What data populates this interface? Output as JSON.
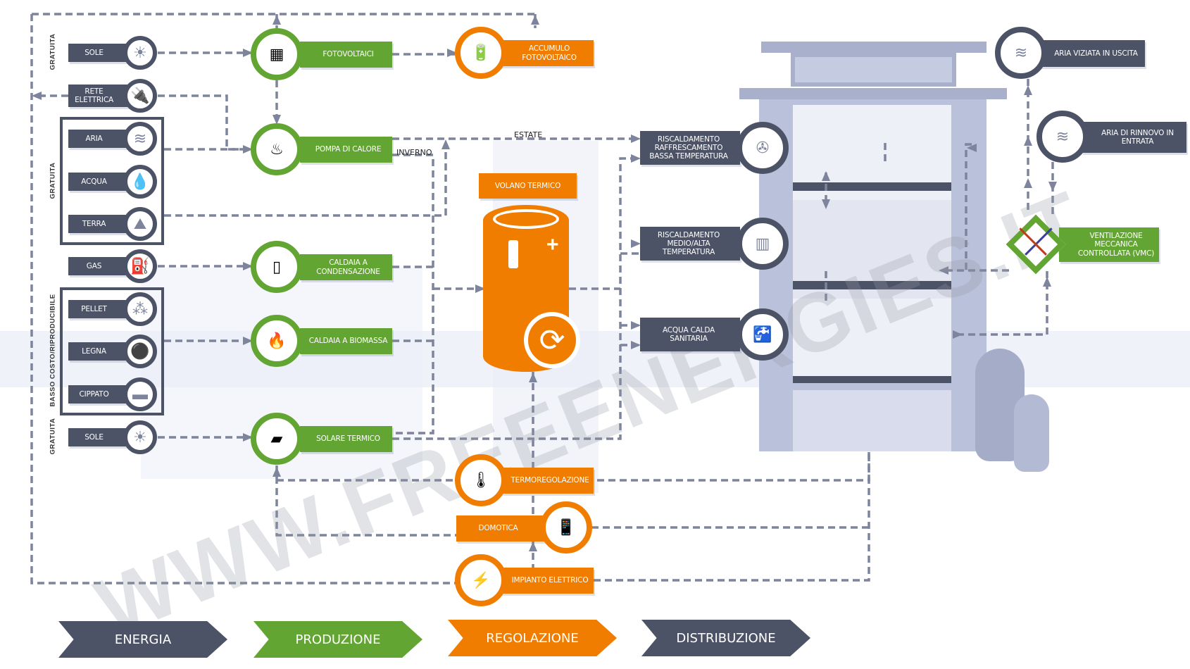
{
  "colors": {
    "energy": "#4c5366",
    "production": "#63a532",
    "regulation": "#f07d00",
    "distribution": "#4c5366",
    "flow": "#7d849b"
  },
  "watermark": "WWW.FREEENERGIES.IT",
  "energy": {
    "group_labels": [
      "GRATUITA",
      "GRATUITA",
      "BASSO COSTO/RIPRODUCIBILE",
      "GRATUITA"
    ],
    "sources": [
      {
        "label": "SOLE",
        "icon": "sun-icon"
      },
      {
        "label": "RETE ELETTRICA",
        "icon": "plug-icon"
      },
      {
        "label": "ARIA",
        "icon": "wind-icon"
      },
      {
        "label": "ACQUA",
        "icon": "water-drop-icon"
      },
      {
        "label": "TERRA",
        "icon": "ground-icon"
      },
      {
        "label": "GAS",
        "icon": "gas-cylinder-icon"
      },
      {
        "label": "PELLET",
        "icon": "pellet-icon"
      },
      {
        "label": "LEGNA",
        "icon": "logs-icon"
      },
      {
        "label": "CIPPATO",
        "icon": "wood-chips-icon"
      },
      {
        "label": "SOLE",
        "icon": "sun-icon"
      }
    ]
  },
  "production": [
    {
      "label": "FOTOVOLTAICI",
      "icon": "solar-panel-icon"
    },
    {
      "label": "POMPA DI CALORE",
      "icon": "heat-pump-icon"
    },
    {
      "label": "CALDAIA A CONDENSAZIONE",
      "icon": "condensing-boiler-icon"
    },
    {
      "label": "CALDAIA A BIOMASSA",
      "icon": "biomass-boiler-icon"
    },
    {
      "label": "SOLARE TERMICO",
      "icon": "solar-thermal-icon"
    }
  ],
  "storage": {
    "accumulo": "ACCUMULO FOTOVOLTAICO",
    "volano": "VOLANO TERMICO"
  },
  "flow_tags": {
    "estate": "ESTATE",
    "inverno": "INVERNO"
  },
  "regulation": [
    {
      "label": "TERMOREGOLAZIONE",
      "icon": "thermometer-phone-icon"
    },
    {
      "label": "DOMOTICA",
      "icon": "smart-home-icon"
    },
    {
      "label": "IMPIANTO ELETTRICO",
      "icon": "electrical-panel-icon"
    }
  ],
  "distribution": [
    {
      "label": "RISCALDAMENTO RAFFRESCAMENTO BASSA TEMPERATURA",
      "icon": "fan-heater-icon"
    },
    {
      "label": "RISCALDAMENTO MEDIO/ALTA TEMPERATURA",
      "icon": "radiator-icon"
    },
    {
      "label": "ACQUA CALDA SANITARIA",
      "icon": "faucet-icon"
    }
  ],
  "ventilation": {
    "out": "ARIA VIZIATA IN USCITA",
    "in": "ARIA DI RINNOVO IN ENTRATA",
    "vmc": "VENTILAZIONE MECCANICA CONTROLLATA (VMC)"
  },
  "stages": [
    "ENERGIA",
    "PRODUZIONE",
    "REGOLAZIONE",
    "DISTRIBUZIONE"
  ]
}
